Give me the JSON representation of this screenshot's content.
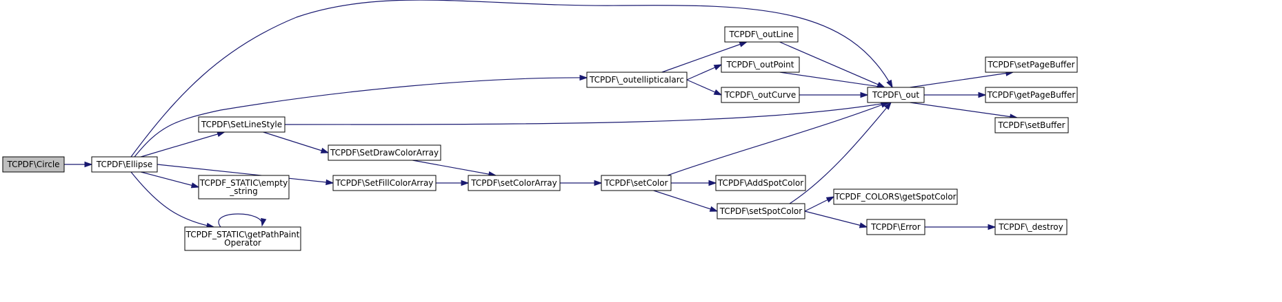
{
  "graph": {
    "edge_color": "#191970",
    "root_fill": "#bfbfbf",
    "nodes": [
      {
        "id": "circle",
        "lines": [
          "TCPDF\\Circle"
        ],
        "root": true
      },
      {
        "id": "ellipse",
        "lines": [
          "TCPDF\\Ellipse"
        ]
      },
      {
        "id": "setlinestyle",
        "lines": [
          "TCPDF\\SetLineStyle"
        ]
      },
      {
        "id": "outellipticalarc",
        "lines": [
          "TCPDF\\_outellipticalarc"
        ]
      },
      {
        "id": "empty_string",
        "lines": [
          "TCPDF_STATIC\\empty",
          "_string"
        ]
      },
      {
        "id": "setfillcolorarray",
        "lines": [
          "TCPDF\\SetFillColorArray"
        ]
      },
      {
        "id": "getpathpaintoperator",
        "lines": [
          "TCPDF_STATIC\\getPathPaint",
          "Operator"
        ]
      },
      {
        "id": "setdrawcolorarray",
        "lines": [
          "TCPDF\\SetDrawColorArray"
        ]
      },
      {
        "id": "setcolorarray",
        "lines": [
          "TCPDF\\setColorArray"
        ]
      },
      {
        "id": "setcolor",
        "lines": [
          "TCPDF\\setColor"
        ]
      },
      {
        "id": "outline",
        "lines": [
          "TCPDF\\_outLine"
        ]
      },
      {
        "id": "outpoint",
        "lines": [
          "TCPDF\\_outPoint"
        ]
      },
      {
        "id": "outcurve",
        "lines": [
          "TCPDF\\_outCurve"
        ]
      },
      {
        "id": "out",
        "lines": [
          "TCPDF\\_out"
        ]
      },
      {
        "id": "addspotcolor",
        "lines": [
          "TCPDF\\AddSpotColor"
        ]
      },
      {
        "id": "setspotcolor",
        "lines": [
          "TCPDF\\setSpotColor"
        ]
      },
      {
        "id": "getspotcolor",
        "lines": [
          "TCPDF_COLORS\\getSpotColor"
        ]
      },
      {
        "id": "error",
        "lines": [
          "TCPDF\\Error"
        ]
      },
      {
        "id": "setpagebuffer",
        "lines": [
          "TCPDF\\setPageBuffer"
        ]
      },
      {
        "id": "getpagebuffer",
        "lines": [
          "TCPDF\\getPageBuffer"
        ]
      },
      {
        "id": "setbuffer",
        "lines": [
          "TCPDF\\setBuffer"
        ]
      },
      {
        "id": "destroy",
        "lines": [
          "TCPDF\\_destroy"
        ]
      }
    ],
    "edges": [
      {
        "from": "circle",
        "to": "ellipse"
      },
      {
        "from": "ellipse",
        "to": "out"
      },
      {
        "from": "ellipse",
        "to": "outellipticalarc"
      },
      {
        "from": "ellipse",
        "to": "setlinestyle"
      },
      {
        "from": "ellipse",
        "to": "empty_string"
      },
      {
        "from": "ellipse",
        "to": "setfillcolorarray"
      },
      {
        "from": "ellipse",
        "to": "getpathpaintoperator"
      },
      {
        "from": "getpathpaintoperator",
        "to": "getpathpaintoperator"
      },
      {
        "from": "setlinestyle",
        "to": "out"
      },
      {
        "from": "setlinestyle",
        "to": "setdrawcolorarray"
      },
      {
        "from": "setdrawcolorarray",
        "to": "setcolorarray"
      },
      {
        "from": "setfillcolorarray",
        "to": "setcolorarray"
      },
      {
        "from": "setcolorarray",
        "to": "setcolor"
      },
      {
        "from": "setcolor",
        "to": "out"
      },
      {
        "from": "setcolor",
        "to": "addspotcolor"
      },
      {
        "from": "setcolor",
        "to": "setspotcolor"
      },
      {
        "from": "outellipticalarc",
        "to": "outline"
      },
      {
        "from": "outellipticalarc",
        "to": "outpoint"
      },
      {
        "from": "outellipticalarc",
        "to": "outcurve"
      },
      {
        "from": "outline",
        "to": "out"
      },
      {
        "from": "outpoint",
        "to": "out"
      },
      {
        "from": "outcurve",
        "to": "out"
      },
      {
        "from": "setspotcolor",
        "to": "out"
      },
      {
        "from": "setspotcolor",
        "to": "getspotcolor"
      },
      {
        "from": "setspotcolor",
        "to": "error"
      },
      {
        "from": "error",
        "to": "destroy"
      },
      {
        "from": "out",
        "to": "setpagebuffer"
      },
      {
        "from": "out",
        "to": "getpagebuffer"
      },
      {
        "from": "out",
        "to": "setbuffer"
      }
    ]
  }
}
